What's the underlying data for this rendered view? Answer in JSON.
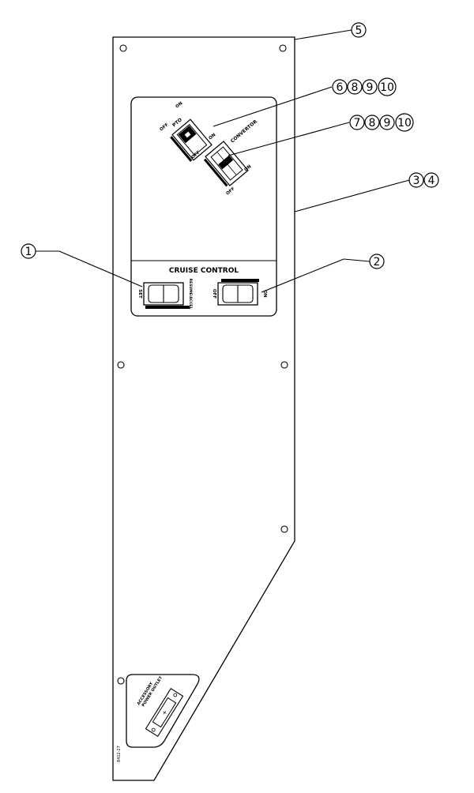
{
  "panel": {
    "title_cruise": "CRUISE CONTROL",
    "pto_label": "PTO",
    "convertor_label": "CONVERTOR",
    "pto_on": "ON",
    "pto_off": "OFF",
    "conv_on": "ON",
    "conv_off": "OFF",
    "cruise_left_top": "SET",
    "cruise_left_bottom": "RESUME/ACCEL",
    "cruise_right_left": "OFF",
    "cruise_right_right": "ON",
    "outlet_label_1": "ACCESSORY",
    "outlet_label_2": "POWER OUTLET",
    "outlet_plus": "+",
    "part_number": "8412-27"
  },
  "callouts": {
    "c1": [
      "1"
    ],
    "c2": [
      "2"
    ],
    "c34": [
      "3",
      "4"
    ],
    "c5": [
      "5"
    ],
    "c6": [
      "6",
      "8",
      "9",
      "10"
    ],
    "c7": [
      "7",
      "8",
      "9",
      "10"
    ]
  }
}
